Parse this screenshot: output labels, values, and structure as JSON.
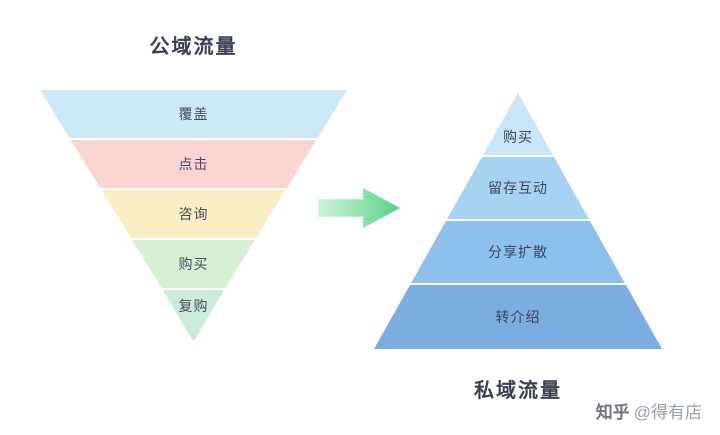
{
  "left_funnel": {
    "title": "公域流量",
    "layers": [
      {
        "label": "覆盖",
        "color": "#cde8f7"
      },
      {
        "label": "点击",
        "color": "#f9d6d1"
      },
      {
        "label": "咨询",
        "color": "#faeec6"
      },
      {
        "label": "购买",
        "color": "#d6f0d3"
      },
      {
        "label": "复购",
        "color": "#cbecdb"
      }
    ]
  },
  "right_pyramid": {
    "title": "私域流量",
    "layers": [
      {
        "label": "购买",
        "color": "#c8e6f8"
      },
      {
        "label": "留存互动",
        "color": "#a6d3f2"
      },
      {
        "label": "分享扩散",
        "color": "#8dc0ec"
      },
      {
        "label": "转介绍",
        "color": "#7bade0"
      }
    ]
  },
  "arrow": {
    "gradient_from": "#cdf3da",
    "gradient_to": "#53d184"
  },
  "watermark": {
    "brand": "知乎",
    "handle": "@得有店"
  }
}
